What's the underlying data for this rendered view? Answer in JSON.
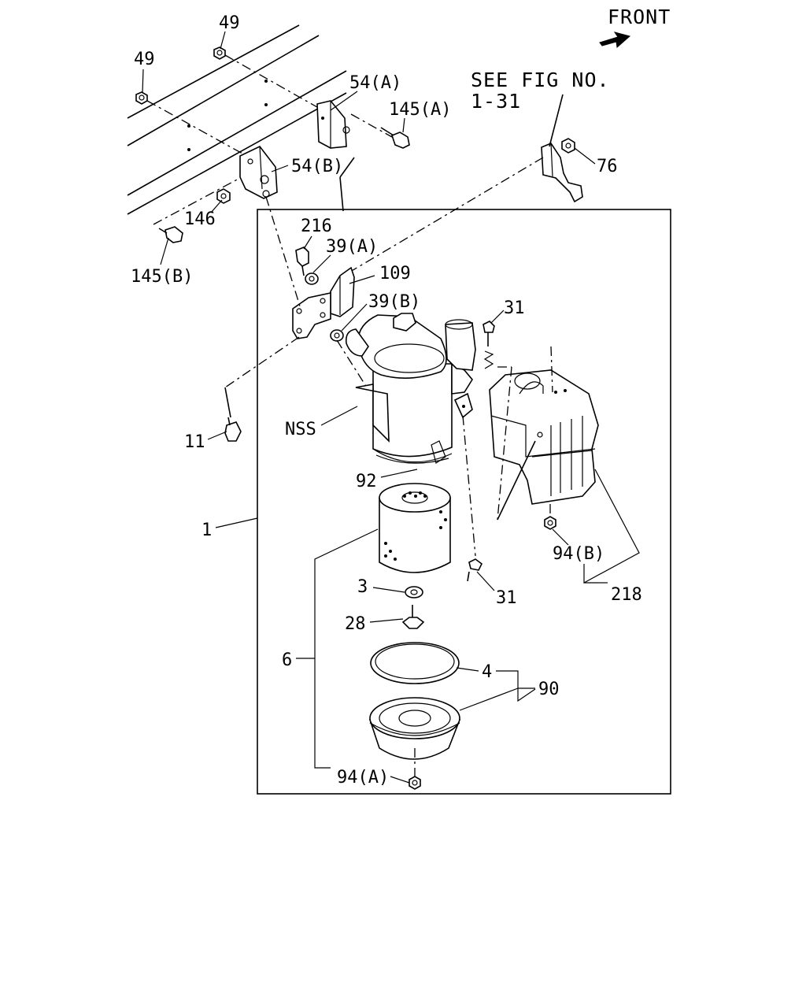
{
  "header": {
    "front_label": "FRONT",
    "see_fig_line1": "SEE FIG NO.",
    "see_fig_line2": "1-31"
  },
  "callouts": {
    "p49a": "49",
    "p49b": "49",
    "p54a": "54(A)",
    "p145a": "145(A)",
    "p54b": "54(B)",
    "p146": "146",
    "p145b": "145(B)",
    "p76": "76",
    "p216": "216",
    "p39a": "39(A)",
    "p109": "109",
    "p39b": "39(B)",
    "p31a": "31",
    "p11": "11",
    "pNSS": "NSS",
    "p92": "92",
    "p1": "1",
    "p94b": "94(B)",
    "p218": "218",
    "p31b": "31",
    "p3": "3",
    "p28": "28",
    "p6": "6",
    "p4": "4",
    "p90": "90",
    "p94a": "94(A)"
  },
  "icons": {
    "front_arrow": "front-arrow-icon"
  }
}
